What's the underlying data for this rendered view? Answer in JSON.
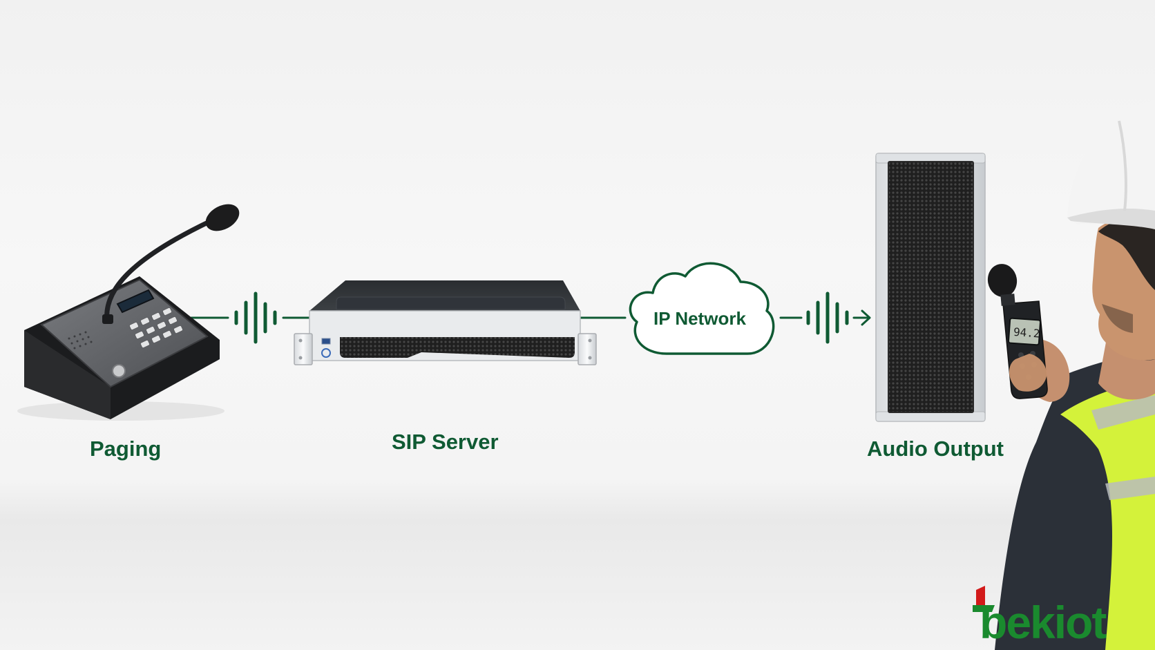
{
  "labels": {
    "paging": "Paging",
    "sip_server": "SIP Server",
    "ip_network": "IP Network",
    "audio_output": "Audio Output"
  },
  "meter_reading": "94.2",
  "logo_text": "bekiot",
  "colors": {
    "brand_green": "#0f5a33",
    "logo_green": "#1a8a2e",
    "logo_red": "#d21a1a",
    "vest_yellow": "#d4f23a",
    "helmet_white": "#f4f4f4"
  },
  "icons": [
    "paging-console-icon",
    "sound-wave-icon",
    "rack-server-icon",
    "cloud-icon",
    "arrow-right-icon",
    "column-speaker-icon",
    "technician-icon",
    "sound-level-meter-icon"
  ]
}
